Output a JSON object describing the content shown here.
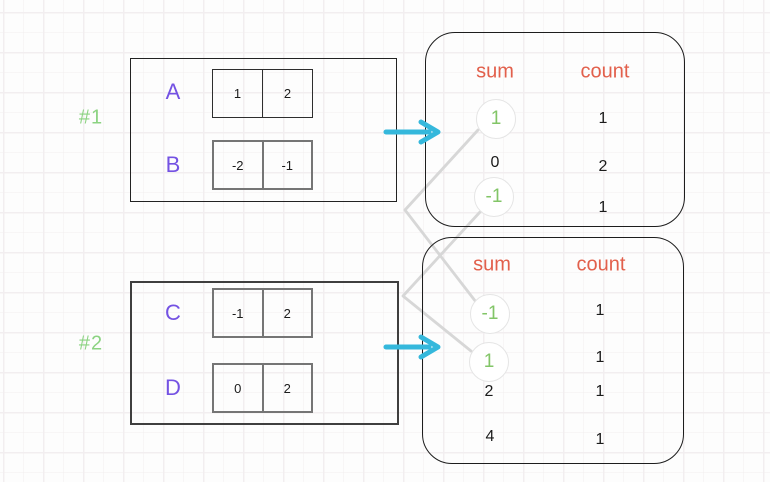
{
  "palette": {
    "example_label_green": "#8cd382",
    "array_letter_purple": "#7452e3",
    "table_header_orange": "#e2604c",
    "circled_value_green": "#82c567",
    "arrow_cyan": "#35b8dc",
    "connector_gray": "#d7d7d7"
  },
  "examples": [
    {
      "label": "#1",
      "arrays": [
        {
          "name": "A",
          "values": [
            "1",
            "2"
          ]
        },
        {
          "name": "B",
          "values": [
            "-2",
            "-1"
          ]
        }
      ],
      "result_table": {
        "sum_header": "sum",
        "count_header": "count",
        "rows": [
          {
            "sum": "1",
            "count": "1",
            "circled": true
          },
          {
            "sum": "0",
            "count": "2",
            "circled": false
          },
          {
            "sum": "-1",
            "count": "1",
            "circled": true
          }
        ]
      }
    },
    {
      "label": "#2",
      "arrays": [
        {
          "name": "C",
          "values": [
            "-1",
            "2"
          ]
        },
        {
          "name": "D",
          "values": [
            "0",
            "2"
          ]
        }
      ],
      "result_table": {
        "sum_header": "sum",
        "count_header": "count",
        "rows": [
          {
            "sum": "-1",
            "count": "1",
            "circled": true
          },
          {
            "sum": "1",
            "count": "1",
            "circled": true
          },
          {
            "sum": "2",
            "count": "1",
            "circled": false
          },
          {
            "sum": "4",
            "count": "1",
            "circled": false
          }
        ]
      }
    }
  ]
}
